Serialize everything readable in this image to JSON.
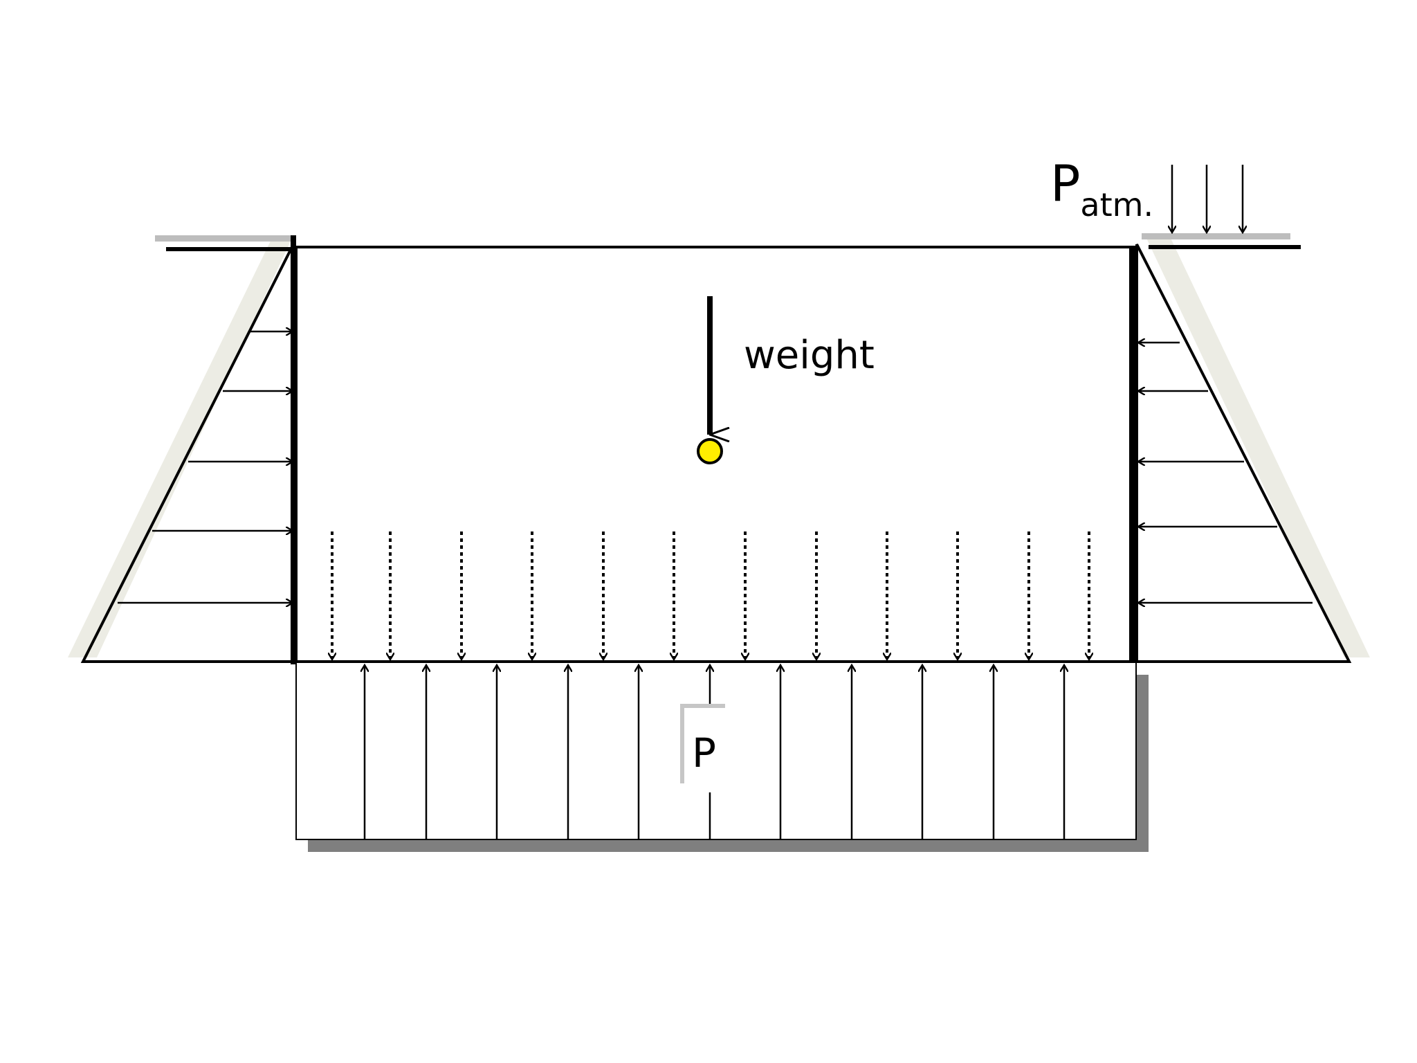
{
  "labels": {
    "weight": "weight",
    "bottom_pressure_symbol": "P",
    "atmospheric_pressure_symbol": "P",
    "atmospheric_pressure_subscript": "atm."
  },
  "colors": {
    "line": "#000000",
    "center_of_mass_fill": "#ffee00",
    "shadow": "#7f7f7f",
    "ground_shading": "#ecece4"
  },
  "icons": {
    "center_of_mass": "yellow-dot",
    "force_arrow": "open-arrowhead"
  }
}
